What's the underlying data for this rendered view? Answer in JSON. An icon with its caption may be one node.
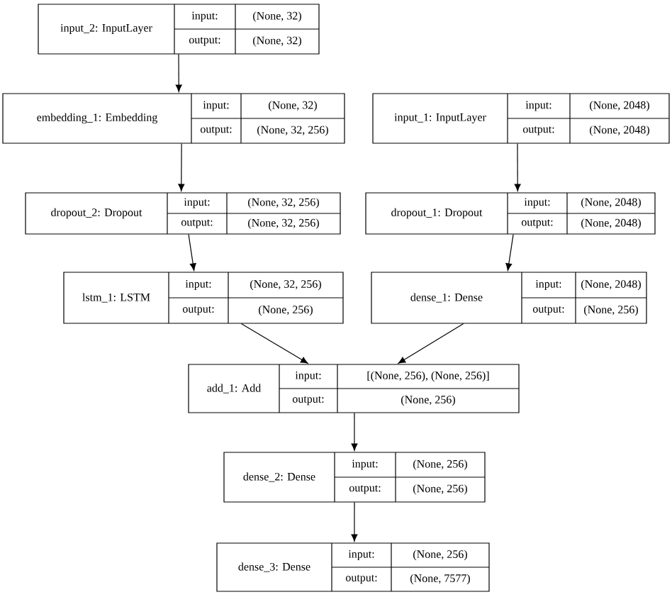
{
  "diagram": {
    "nodes": [
      {
        "text": [
          "input_2: InputLayer",
          "input:",
          "(None, 32)",
          "output:",
          "(None, 32)"
        ]
      },
      {
        "text": [
          "embedding_1: Embedding",
          "input:",
          "(None, 32)",
          "output:",
          "(None, 32, 256)"
        ]
      },
      {
        "text": [
          "input_1: InputLayer",
          "input:",
          "(None, 2048)",
          "output:",
          "(None, 2048)"
        ]
      },
      {
        "text": [
          "dropout_2: Dropout",
          "input:",
          "(None, 32, 256)",
          "output:",
          "(None, 32, 256)"
        ]
      },
      {
        "text": [
          "dropout_1: Dropout",
          "input:",
          "(None, 2048)",
          "output:",
          "(None, 2048)"
        ]
      },
      {
        "text": [
          "lstm_1: LSTM",
          "input:",
          "(None, 32, 256)",
          "output:",
          "(None, 256)"
        ]
      },
      {
        "text": [
          "dense_1: Dense",
          "input:",
          "(None, 2048)",
          "output:",
          "(None, 256)"
        ]
      },
      {
        "text": [
          "add_1: Add",
          "input:",
          "[(None, 256), (None, 256)]",
          "output:",
          "(None, 256)"
        ]
      },
      {
        "text": [
          "dense_2: Dense",
          "input:",
          "(None, 256)",
          "output:",
          "(None, 256)"
        ]
      },
      {
        "text": [
          "dense_3: Dense",
          "input:",
          "(None, 256)",
          "output:",
          "(None, 7577)"
        ]
      }
    ],
    "edges": [
      {
        "from": 0,
        "to": 1,
        "arrow": "to"
      },
      {
        "from": 1,
        "to": 3,
        "arrow": "to"
      },
      {
        "from": 2,
        "to": 4,
        "arrow": "to"
      },
      {
        "from": 3,
        "to": 5,
        "arrow": "to"
      },
      {
        "from": 4,
        "to": 6,
        "arrow": "to"
      },
      {
        "from": 5,
        "to": 7,
        "arrow": "to"
      },
      {
        "from": 6,
        "to": 7,
        "arrow": "to"
      },
      {
        "from": 7,
        "to": 8,
        "arrow": "to"
      },
      {
        "from": 8,
        "to": 9,
        "arrow": "to"
      }
    ]
  }
}
